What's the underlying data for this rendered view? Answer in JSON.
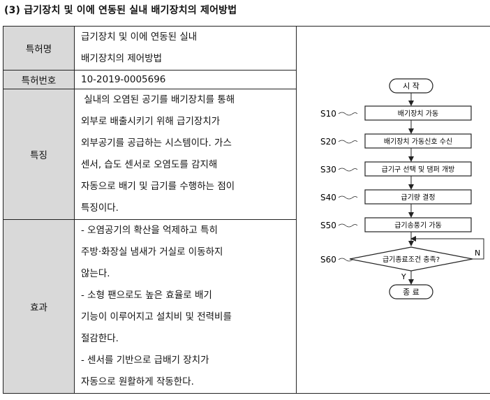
{
  "title": "(3) 급기장치 및 이에 연동된 실내 배기장치의 제어방법",
  "table": {
    "name_label": "특허명",
    "name_lines": [
      "급기장치 및 이에 연동된 실내",
      "배기장치의 제어방법"
    ],
    "number_label": "특허번호",
    "number_value": "10-2019-0005696",
    "feature_label": "특징",
    "feature_lines": [
      " 실내의 오염된 공기를 배기장치를 통해",
      "외부로 배출시키기 위해 급기장치가",
      "외부공기를 공급하는 시스템이다. 가스",
      "센서, 습도 센서로 오염도를 감지해",
      "자동으로 배기 및 급기를 수행하는 점이",
      "특징이다."
    ],
    "effect_label": "효과",
    "effect_lines": [
      "- 오염공기의 확산을 억제하고 특히",
      "주방·화장실 냄새가 거실로 이동하지",
      "않는다.",
      "- 소형 팬으로도 높은 효율로 배기",
      "기능이 이루어지고 설치비 및 전력비를",
      "절감한다.",
      "- 센서를 기반으로 급배기 장치가",
      "자동으로 원활하게 작동한다."
    ]
  },
  "flowchart": {
    "start": "시 작",
    "end": "종 료",
    "steps": [
      {
        "id": "S10",
        "text": "배기장치 가동"
      },
      {
        "id": "S20",
        "text": "배기장치 가동신호 수신"
      },
      {
        "id": "S30",
        "text": "급기구 선택 및 댐퍼 개방"
      },
      {
        "id": "S40",
        "text": "급기량 결정"
      },
      {
        "id": "S50",
        "text": "급기송풍기 가동"
      }
    ],
    "decision": {
      "id": "S60",
      "text": "급기종료조건 충족?",
      "yes": "Y",
      "no": "N"
    }
  },
  "colors": {
    "label_bg": "#d9d9d9",
    "border": "#222222"
  }
}
